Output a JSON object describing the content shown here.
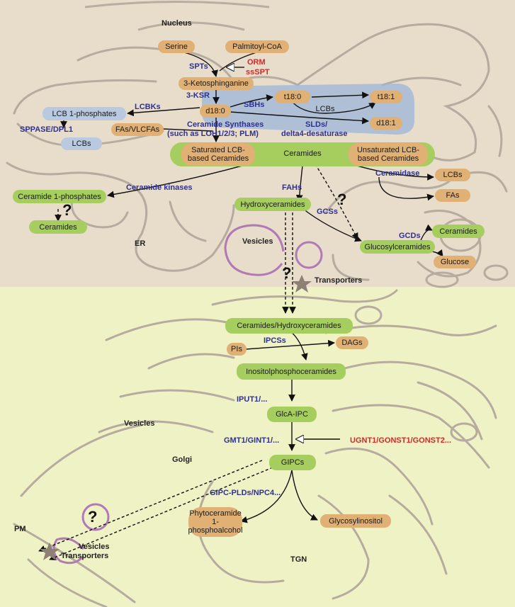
{
  "colors": {
    "er_bg": "#e8dccb",
    "golgi_bg": "#eff2c4",
    "enzyme": "#2e3192",
    "regulator": "#d12a2a",
    "node_orange": "#e0b074",
    "node_green": "#a6ce5e",
    "node_blue": "#b9c9e0"
  },
  "compartments": {
    "nucleus": "Nucleus",
    "er": "ER",
    "golgi": "Golgi",
    "tgn": "TGN",
    "pm": "PM",
    "vesicles_er": "Vesicles",
    "vesicles_golgi": "Vesicles",
    "vesicles_pm": "Vesicles",
    "transporters_er": "Transporters",
    "transporters_pm": "Transporters"
  },
  "nodes": {
    "serine": "Serine",
    "palmitoyl_coa": "Palmitoyl-CoA",
    "ketosphinganine": "3-Ketosphinganine",
    "d18_0": "d18:0",
    "t18_0": "t18:0",
    "lcbs_mid": "LCBs",
    "t18_1": "t18:1",
    "d18_1": "d18:1",
    "lcb_1_phosphates": "LCB 1-phosphates",
    "lcbs_left": "LCBs",
    "fas_vlcfas": "FAs/VLCFAs",
    "saturated_ceramides": "Saturated LCB-based Ceramides",
    "ceramides_center": "Ceramides",
    "unsaturated_ceramides": "Unsaturated LCB-based Ceramides",
    "ceramide_1_phosphates": "Ceramide 1-phosphates",
    "ceramides_left": "Ceramides",
    "hydroxyceramides": "Hydroxyceramides",
    "glucosylceramides": "Glucosylceramides",
    "lcbs_right": "LCBs",
    "fas_right": "FAs",
    "ceramides_right": "Ceramides",
    "glucose": "Glucose",
    "ceramides_hydroxyceramides": "Ceramides/Hydroxyceramides",
    "pis": "PIs",
    "dags": "DAGs",
    "inositolphosphoceramides": "Inositolphosphoceramides",
    "glca_ipc": "GlcA-IPC",
    "gipcs": "GIPCs",
    "phytoceramide": "Phytoceramide 1-phosphoalcohol",
    "glycosylinositol": "Glycosylinositol"
  },
  "enzymes": {
    "spts": "SPTs",
    "orm": "ORM",
    "sspt": "ssSPT",
    "ksr": "3-KSR",
    "lcbks": "LCBKs",
    "sbhs": "SBHs",
    "sppase": "SPPASE/DPL1",
    "cer_synthases_1": "Ceramide Synthases",
    "cer_synthases_2": "(such as LOH1/2/3; PLM)",
    "slds_1": "SLDs/",
    "slds_2": "delta4-desaturase",
    "ceramide_kinases": "Ceramide kinases",
    "fahs": "FAHs",
    "ceramidase": "Ceramidase",
    "gcss": "GCSs",
    "gcds": "GCDs",
    "ipcss": "IPCSs",
    "iput1": "IPUT1/...",
    "gmt1": "GMT1/GINT1/...",
    "ugnt1": "UGNT1/GONST1/GONST2...",
    "gipc_plds": "GIPC-PLDs/NPC4..."
  },
  "marks": {
    "unknown": "?"
  }
}
